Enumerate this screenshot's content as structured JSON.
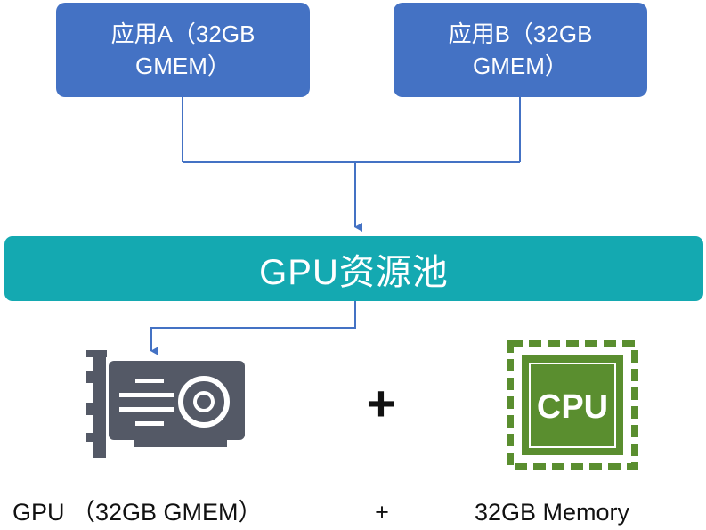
{
  "colors": {
    "app_box": "#4472C4",
    "connector": "#4472C4",
    "pool": "#14A9B1",
    "gpu_icon": "#545966",
    "cpu_icon": "#5A8E2F"
  },
  "box_a": {
    "lines": [
      "应用A（32GB",
      "GMEM）"
    ]
  },
  "box_b": {
    "lines": [
      "应用B（32GB",
      "GMEM）"
    ]
  },
  "pool": {
    "label": "GPU资源池"
  },
  "icons": {
    "gpu": "graphics-card-icon",
    "cpu": {
      "name": "cpu-chip-icon",
      "text": "CPU"
    }
  },
  "middle_plus": "+",
  "bottom": {
    "gpu_label": "GPU （32GB GMEM）",
    "plus": "+",
    "memory_label": "32GB Memory"
  }
}
